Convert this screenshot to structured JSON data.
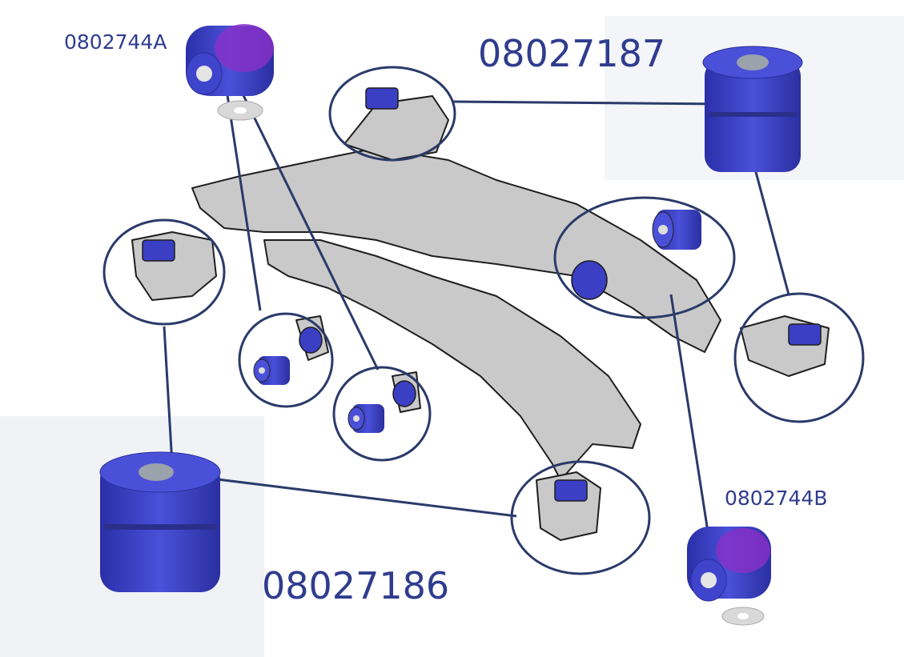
{
  "labels": {
    "part_a": "0802744A",
    "part_top": "08027187",
    "part_b": "0802744B",
    "part_bottom": "08027186"
  },
  "colors": {
    "label_text": "#2f3c8e",
    "callout_line": "#2a3a6a",
    "bushing_blue": "#3a3fc4",
    "bushing_purple": "#8a2fc8",
    "frame_gray": "#c9c9c9"
  }
}
